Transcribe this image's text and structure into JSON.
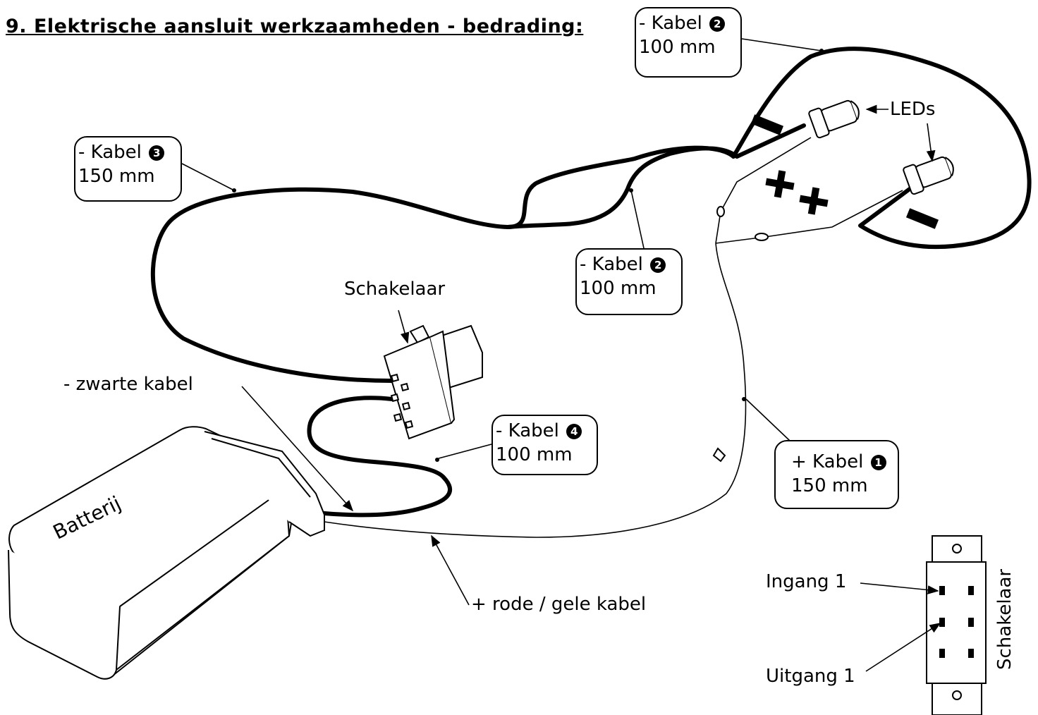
{
  "title": "9. Elektrische aansluit werkzaamheden - bedrading:",
  "cables": [
    {
      "id": "c2-top",
      "line1": "- Kabel",
      "number": "2",
      "line2": "100 mm"
    },
    {
      "id": "c3",
      "line1": "- Kabel",
      "number": "3",
      "line2": "150 mm"
    },
    {
      "id": "c2-mid",
      "line1": "- Kabel",
      "number": "2",
      "line2": "100 mm"
    },
    {
      "id": "c4",
      "line1": "- Kabel",
      "number": "4",
      "line2": "100 mm"
    },
    {
      "id": "c1",
      "line1": "+ Kabel",
      "number": "1",
      "line2": "150 mm"
    }
  ],
  "labels": {
    "leds": "LEDs",
    "switch": "Schakelaar",
    "black_cable": "- zwarte kabel",
    "red_cable": "+ rode / gele kabel",
    "battery": "Batterij",
    "input": "Ingang 1",
    "output": "Uitgang 1",
    "switch_vertical": "Schakelaar"
  },
  "icons": [
    "battery-icon",
    "slide-switch-icon",
    "led-icon",
    "minus-sign-icon",
    "plus-sign-icon",
    "connector-icon"
  ]
}
